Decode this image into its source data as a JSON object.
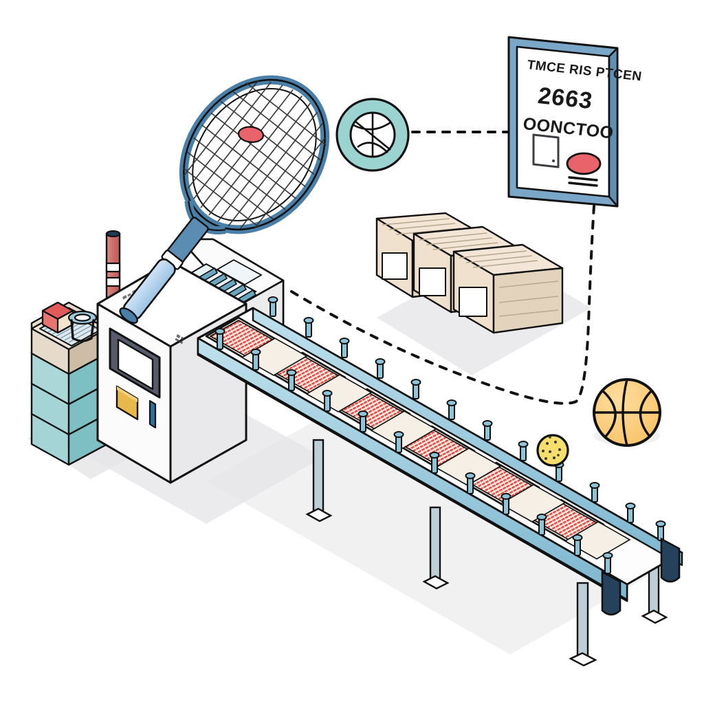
{
  "scene": {
    "title": "Isometric Factory Production Line",
    "background_color": "#ffffff",
    "shadow_color": "#e3e3e5",
    "outline_color": "#111111"
  },
  "palette": {
    "machine_body": "#fafafa",
    "machine_side": "#e6e6e8",
    "machine_screen": "#565a6b",
    "machine_button": "#e8b84b",
    "machine_handle": "#2f6f9e",
    "chimney_red": "#cf6f6b",
    "chimney_band": "#ffffff",
    "chimney_cap": "#1d3c55",
    "conveyor_rail": "#8ec4d8",
    "conveyor_rail_dark": "#5796b4",
    "conveyor_deck": "#fdfdfd",
    "conveyor_leg": "#b9ccd4",
    "conveyor_endcap": "#25415c",
    "tray_cream": "#f2e8dc",
    "product_red": "#e04a3f",
    "crate_wood": "#f1e3d3",
    "crate_wood_dark": "#ded0bd",
    "box_tan": "#ddd0bd",
    "box_teal": "#8ec9cc",
    "box_teal_dark": "#6fb4b8",
    "box_red": "#e05a5a",
    "racket_frame": "#4a7fa8",
    "racket_grip": "#a9cbe8",
    "ring_teal": "#9bd3d0",
    "basketball": "#fbcc7a",
    "wiffle_yellow": "#f5de6e",
    "sign_frame": "#7aa7c7",
    "sign_face": "#ffffff",
    "sign_accent_red": "#e9636b"
  },
  "objects": {
    "control_machine": {
      "name": "Control cabinet / inspection machine",
      "screen_label": "",
      "top_text": "illegible",
      "panel_text": "illegible"
    },
    "chimney": {
      "name": "Exhaust stack",
      "bands": 2
    },
    "conveyor": {
      "name": "Inclined belt conveyor",
      "leg_count": 4,
      "tray_count": 6,
      "rail_post_count": 22
    },
    "trays": [
      {
        "id": 1,
        "fill": "product"
      },
      {
        "id": 2,
        "fill": "product"
      },
      {
        "id": 3,
        "fill": "product"
      },
      {
        "id": 4,
        "fill": "product"
      },
      {
        "id": 5,
        "fill": "product"
      },
      {
        "id": 6,
        "fill": "product"
      }
    ],
    "box_stack": {
      "name": "Stacked supply boxes",
      "layers": [
        {
          "index": 1,
          "tone": "tan"
        },
        {
          "index": 2,
          "tone": "tan"
        },
        {
          "index": 3,
          "tone": "teal"
        },
        {
          "index": 4,
          "tone": "teal"
        },
        {
          "index": 5,
          "tone": "teal"
        }
      ],
      "topper": {
        "small_box": "red",
        "handle": "blue-loop"
      }
    },
    "crates": {
      "name": "Wooden shipping crates",
      "count": 3
    },
    "racket": {
      "name": "Tennis racket",
      "logo_color": "#e9636b",
      "string_rows": 11,
      "string_cols": 11
    },
    "ring_badge": {
      "name": "Ball inspection badge",
      "ring_color": "#9bd3d0"
    },
    "basketball": {
      "name": "Basketball"
    },
    "wiffle_ball": {
      "name": "Perforated practice ball"
    },
    "sign": {
      "name": "Wall information sign",
      "lines": [
        {
          "id": "heading",
          "text": "TMCE RIS PTCEN"
        },
        {
          "id": "value",
          "text": "2663"
        },
        {
          "id": "subtext",
          "text": "OONCTOO"
        }
      ],
      "icons": [
        {
          "id": "square-frame",
          "name": "thumbnail-frame"
        },
        {
          "id": "red-ellipse",
          "name": "product-marker"
        },
        {
          "id": "rule-lines",
          "name": "detail-lines",
          "count": 2
        }
      ]
    },
    "flow_paths": [
      {
        "id": "path-a",
        "name": "racket-to-ball-route",
        "style": "dashed"
      },
      {
        "id": "path-b",
        "name": "badge-to-sign-route",
        "style": "dashed"
      },
      {
        "id": "path-c",
        "name": "sign-to-basketball-route",
        "style": "dashed"
      }
    ]
  }
}
